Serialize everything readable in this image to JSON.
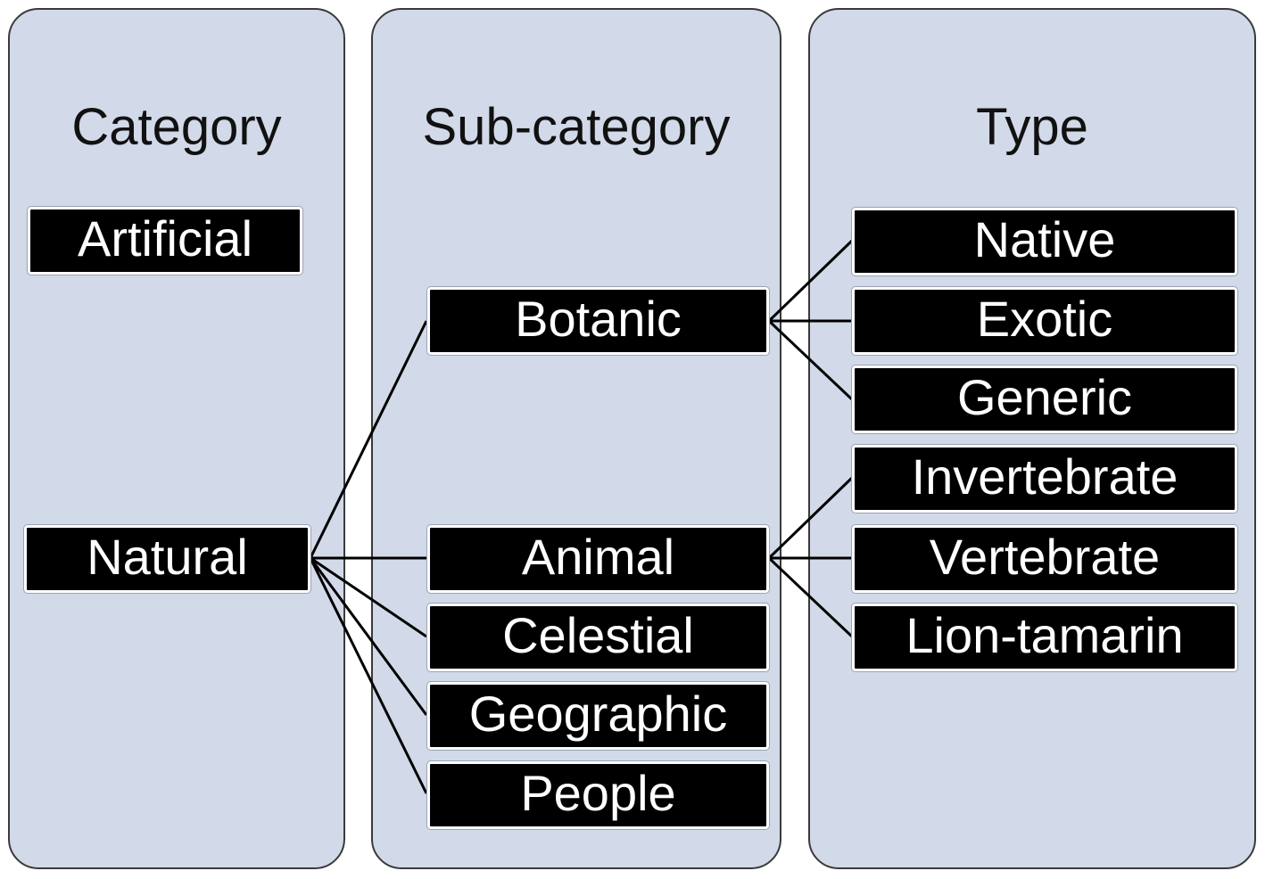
{
  "columns": {
    "category": {
      "title": "Category"
    },
    "subcategory": {
      "title": "Sub-category"
    },
    "type": {
      "title": "Type"
    }
  },
  "nodes": {
    "artificial": "Artificial",
    "natural": "Natural",
    "botanic": "Botanic",
    "animal": "Animal",
    "celestial": "Celestial",
    "geographic": "Geographic",
    "people": "People",
    "native": "Native",
    "exotic": "Exotic",
    "generic": "Generic",
    "invertebrate": "Invertebrate",
    "vertebrate": "Vertebrate",
    "lion_tamarin": "Lion-tamarin"
  },
  "colors": {
    "panel_fill": "#d2d9e8",
    "node_fill": "#000000",
    "node_text": "#ffffff",
    "connector": "#000000"
  }
}
